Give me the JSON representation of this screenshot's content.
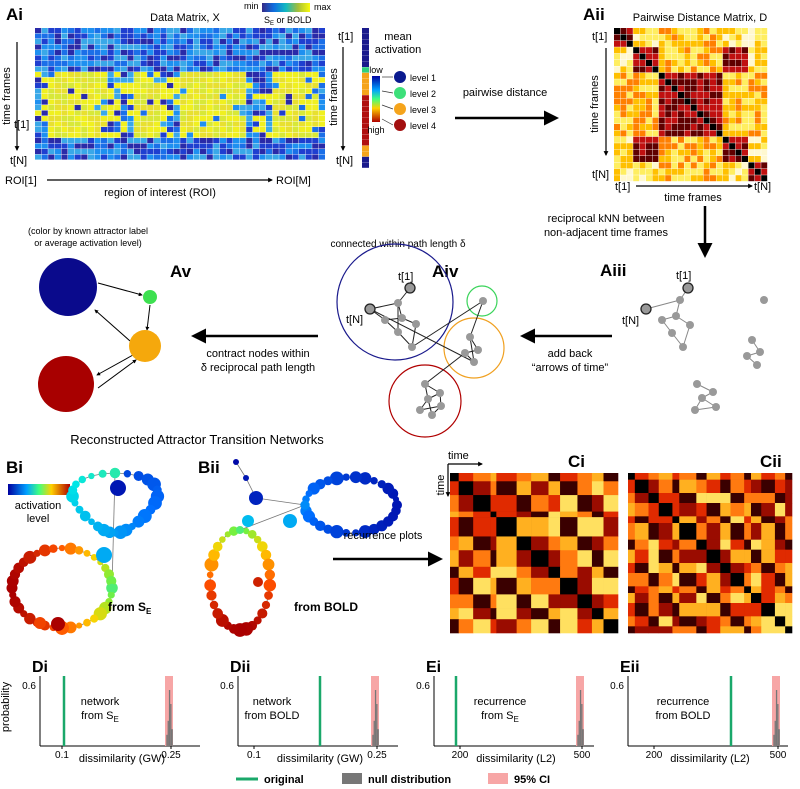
{
  "panels": {
    "Ai": {
      "label": "Ai",
      "title": "Data Matrix, X",
      "colorbar": {
        "min": "min",
        "max": "max",
        "caption": "S  or BOLD",
        "caption_sub": "E"
      },
      "ylabel": "time frames",
      "t_start": "t[1]",
      "t_end": "t[N]",
      "x_start": "ROI[1]",
      "x_end": "ROI[M]",
      "xlabel": "region of interest (ROI)",
      "mean_activation": "mean activation",
      "mean_activation_line1": "mean",
      "mean_activation_line2": "activation",
      "legend_low": "low",
      "legend_high": "high",
      "levels": [
        {
          "name": "level 1",
          "color": "#0a1a8f"
        },
        {
          "name": "level 2",
          "color": "#3de07a"
        },
        {
          "name": "level 3",
          "color": "#f5a41c"
        },
        {
          "name": "level 4",
          "color": "#a30f0f"
        }
      ]
    },
    "Aii": {
      "label": "Aii",
      "title": "Pairwise Distance Matrix, D",
      "ylabel": "time frames",
      "xlabel": "time frames",
      "t_start": "t[1]",
      "t_end": "t[N]"
    },
    "arrow_AiAii": "pairwise distance",
    "arrow_AiiAiii_line1": "reciprocal kNN between",
    "arrow_AiiAiii_line2": "non-adjacent time frames",
    "Aiii": {
      "label": "Aiii",
      "t_start": "t[1]",
      "t_end": "t[N]"
    },
    "arrow_AiiiAiv_line1": "add back",
    "arrow_AiiiAiv_line2": "“arrows of time”",
    "Aiv": {
      "label": "Aiv",
      "caption": "connected within path length δ",
      "t_start": "t[1]",
      "t_end": "t[N]"
    },
    "arrow_AivAv_line1": "contract nodes within",
    "arrow_AivAv_line2": "δ reciprocal path length",
    "Av": {
      "label": "Av",
      "caption_line1": "(color by known attractor label",
      "caption_line2": "or average activation level)"
    },
    "B": {
      "title": "Reconstructed Attractor Transition Networks",
      "Bi": "Bi",
      "Bii": "Bii",
      "colorbar_line1": "activation",
      "colorbar_line2": "level",
      "from_SE": "from S",
      "from_SE_sub": "E",
      "from_BOLD": "from BOLD"
    },
    "arrow_BC": "recurrence plots",
    "C": {
      "Ci": "Ci",
      "Cii": "Cii",
      "time_x": "time",
      "time_y": "time"
    },
    "D": {
      "ylabel": "probability",
      "y_tick": "0.6",
      "Di": {
        "label": "Di",
        "text_line1": "network",
        "text_line2": "from S",
        "text_sub": "E",
        "ticks": [
          "0.1",
          "0.25"
        ],
        "xlabel": "dissimilarity (GW)"
      },
      "Dii": {
        "label": "Dii",
        "text_line1": "network",
        "text_line2": "from BOLD",
        "ticks": [
          "0.1",
          "0.25"
        ],
        "xlabel": "dissimilarity (GW)"
      },
      "Ei": {
        "label": "Ei",
        "text_line1": "recurrence",
        "text_line2": "from S",
        "text_sub": "E",
        "ticks": [
          "200",
          "500"
        ],
        "xlabel": "dissimilarity (L2)"
      },
      "Eii": {
        "label": "Eii",
        "text_line1": "recurrence",
        "text_line2": "from BOLD",
        "ticks": [
          "200",
          "500"
        ],
        "xlabel": "dissimilarity (L2)"
      }
    },
    "legend": {
      "original": "original",
      "null": "null distribution",
      "ci": "95% CI",
      "original_color": "#1aa86a",
      "null_color": "#777777",
      "ci_color": "#f7a6a6"
    }
  }
}
